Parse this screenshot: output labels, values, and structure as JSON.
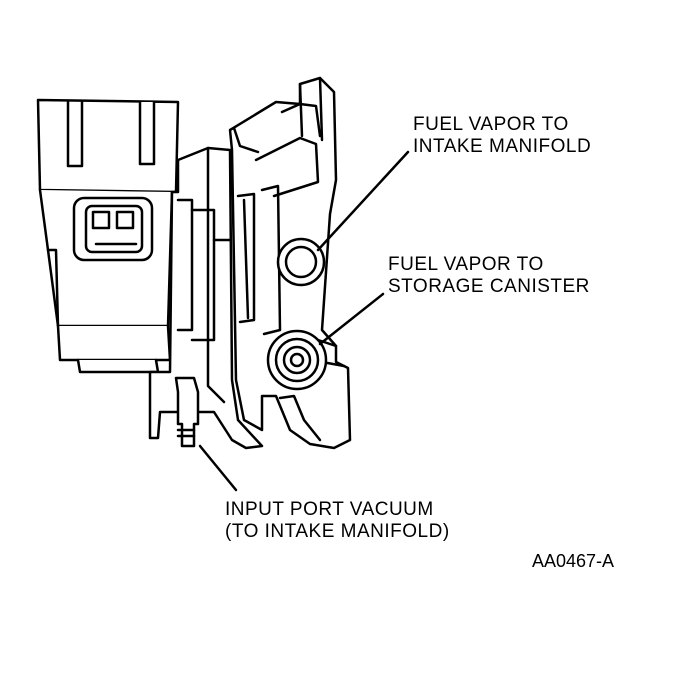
{
  "callouts": {
    "fuel_vapor_intake": {
      "line1": "FUEL VAPOR TO",
      "line2": "INTAKE MANIFOLD"
    },
    "fuel_vapor_canister": {
      "line1": "FUEL VAPOR TO",
      "line2": "STORAGE CANISTER"
    },
    "input_port": {
      "line1": "INPUT PORT VACUUM",
      "line2": "(TO INTAKE MANIFOLD)"
    }
  },
  "figure_id": "AA0467-A",
  "colors": {
    "ink": "#000000",
    "paper": "#ffffff"
  }
}
